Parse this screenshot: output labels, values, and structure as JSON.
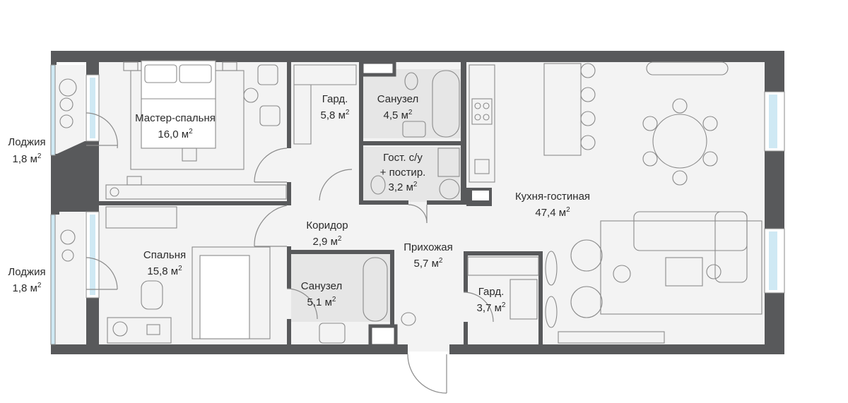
{
  "colors": {
    "wall": "#58595b",
    "floor": "#f3f3f3",
    "glass": "#cfe9f4",
    "line": "#8a8a8a",
    "tile": "#e8e8e8"
  },
  "rooms": [
    {
      "id": "loggia-1",
      "name": "Лоджия",
      "area": "1,8 м",
      "sup": "2"
    },
    {
      "id": "master-bedroom",
      "name": "Мастер-спальня",
      "area": "16,0 м",
      "sup": "2"
    },
    {
      "id": "wardrobe-1",
      "name": "Гард.",
      "area": "5,8 м",
      "sup": "2"
    },
    {
      "id": "bathroom-1",
      "name": "Санузел",
      "area": "4,5 м",
      "sup": "2"
    },
    {
      "id": "guest-wc",
      "name": "Гост. с/у",
      "name2": "+ постир.",
      "area": "3,2 м",
      "sup": "2"
    },
    {
      "id": "kitchen-living",
      "name": "Кухня-гостиная",
      "area": "47,4 м",
      "sup": "2"
    },
    {
      "id": "corridor",
      "name": "Коридор",
      "area": "2,9 м",
      "sup": "2"
    },
    {
      "id": "hallway",
      "name": "Прихожая",
      "area": "5,7 м",
      "sup": "2"
    },
    {
      "id": "loggia-2",
      "name": "Лоджия",
      "area": "1,8 м",
      "sup": "2"
    },
    {
      "id": "bedroom",
      "name": "Спальня",
      "area": "15,8 м",
      "sup": "2"
    },
    {
      "id": "bathroom-2",
      "name": "Санузел",
      "area": "5,1 м",
      "sup": "2"
    },
    {
      "id": "wardrobe-2",
      "name": "Гард.",
      "area": "3,7 м",
      "sup": "2"
    }
  ]
}
